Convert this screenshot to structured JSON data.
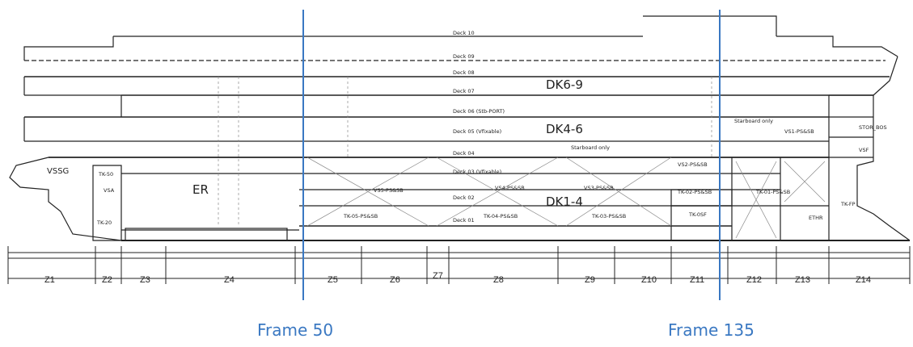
{
  "decks": {
    "deck_10": "Deck 10",
    "deck_09": "Deck 09",
    "deck_08": "Deck 08",
    "deck_07": "Deck 07",
    "deck_06": "Deck 06 (Stb-PORT)",
    "deck_05": "Deck 05 (Vfixable)",
    "deck_04": "Deck 04",
    "deck_03": "Deck 03 (Vfixable)",
    "deck_02": "Deck 02",
    "deck_01": "Deck 01"
  },
  "blocks": {
    "dk69": "DK6-9",
    "dk46": "DK4-6",
    "dk14": "DK1-4",
    "er": "ER"
  },
  "tanks": {
    "vssg": "VSSG",
    "tk50": "TK-50",
    "vsa": "VSA",
    "tk20": "TK-20",
    "vs5": "VS5-PS&SB",
    "vs4": "VS4-PS&SB",
    "vs3": "VS3-PS&SB",
    "vs2": "VS2-PS&SB",
    "vs1": "VS1-PS&SB",
    "tk05": "TK-05-PS&SB",
    "tk04": "TK-04-PS&SB",
    "tk03": "TK-03-PS&SB",
    "tk02": "TK-02-PS&SB",
    "tk01": "TK-01-PS&SB",
    "tk0sf": "TK-0SF",
    "tkfp": "TK-FP",
    "stor": "STOR_BOS",
    "vsf": "VSF",
    "ethr": "ETHR",
    "starboard1": "Starboard only",
    "starboard2": "Starboard only"
  },
  "zones": [
    "Z1",
    "Z2",
    "Z3",
    "Z4",
    "Z5",
    "Z6",
    "Z7",
    "Z8",
    "Z9",
    "Z10",
    "Z11",
    "Z12",
    "Z13",
    "Z14"
  ],
  "frames": {
    "frame_50": "Frame 50",
    "frame_135": "Frame 135"
  },
  "colors": {
    "frame_line": "#3a78c2",
    "drawing": "#222222"
  }
}
